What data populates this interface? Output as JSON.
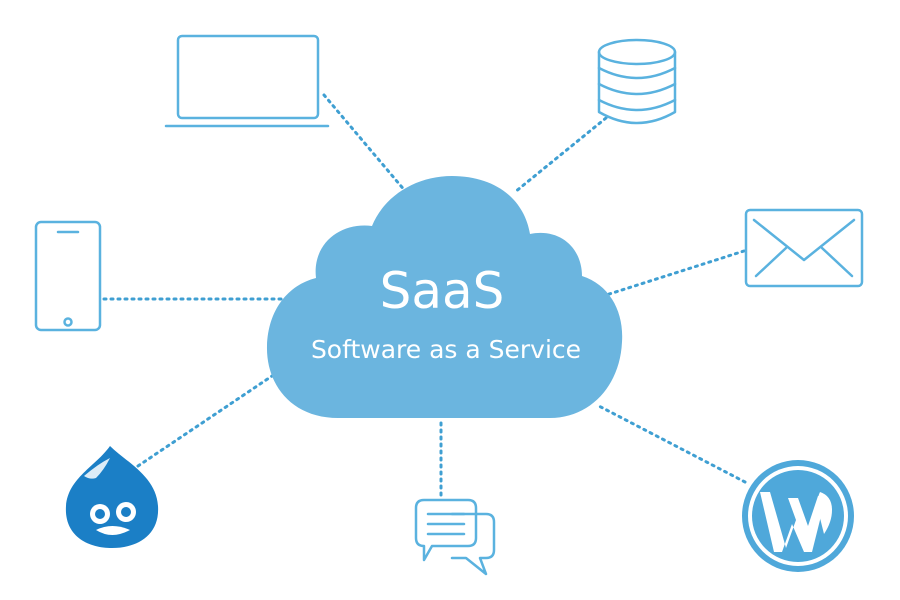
{
  "diagram": {
    "title": "SaaS",
    "subtitle": "Software as a Service"
  },
  "colors": {
    "cloud": "#6bb5df",
    "outline": "#5ab2df",
    "connector": "#3f9fd2",
    "drupal": "#1b7fc6",
    "wordpress": "#4fa8da"
  },
  "nodes": [
    {
      "icon": "laptop-icon"
    },
    {
      "icon": "database-icon"
    },
    {
      "icon": "smartphone-icon"
    },
    {
      "icon": "envelope-icon"
    },
    {
      "icon": "drupal-logo"
    },
    {
      "icon": "chat-bubbles-icon"
    },
    {
      "icon": "wordpress-logo"
    }
  ]
}
